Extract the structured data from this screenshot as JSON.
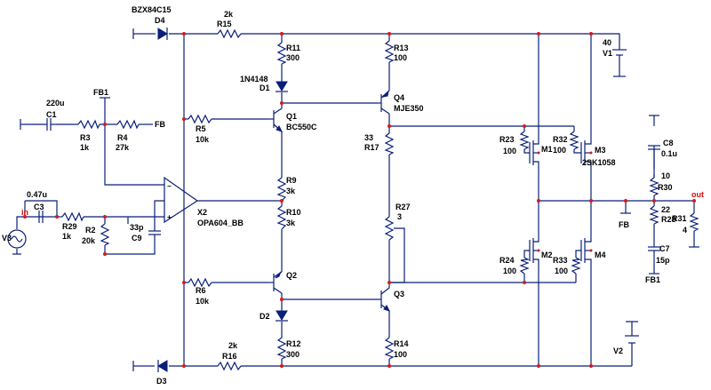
{
  "labels": {
    "D4_type": "BZX84C15",
    "D4": "D4",
    "R15_val": "2k",
    "R15": "R15",
    "R11": "R11",
    "R11_val": "300",
    "D1_type": "1N4148",
    "D1": "D1",
    "R13": "R13",
    "R13_val": "100",
    "V1_val": "40",
    "V1": "V1",
    "FB1_top": "FB1",
    "C1_val": "220u",
    "C1": "C1",
    "R3": "R3",
    "R3_val": "1k",
    "R4": "R4",
    "R4_val": "27k",
    "FB_left": "FB",
    "Q4": "Q4",
    "Q4_type": "MJE350",
    "Q1": "Q1",
    "Q1_type": "BC550C",
    "R5": "R5",
    "R5_val": "10k",
    "R17_val": "33",
    "R17": "R17",
    "R23": "R23",
    "R23_val": "100",
    "M1": "M1",
    "R32": "R32",
    "R32_val": "100",
    "M3": "M3",
    "M3_type": "2SK1058",
    "C8": "C8",
    "C8_val": "0.1u",
    "R30_val": "10",
    "R30": "R30",
    "R9": "R9",
    "R9_val": "3k",
    "C3_val": "0.47u",
    "C3": "C3",
    "in": "in",
    "R29": "R29",
    "R29_val": "1k",
    "R2": "R2",
    "R2_val": "20k",
    "C9_val": "33p",
    "C9": "C9",
    "X2": "X2",
    "X2_type": "OPA604_BB",
    "R10": "R10",
    "R10_val": "3k",
    "R27": "R27",
    "R27_val": "3",
    "V3": "V3",
    "out": "out",
    "R28_val": "22",
    "R28": "R28",
    "R31": "R31",
    "R31_val": "4",
    "C7": "C7",
    "C7_val": "15p",
    "FB1_bottom": "FB1",
    "FB_mid": "FB",
    "R24": "R24",
    "R24_val": "100",
    "M2": "M2",
    "R33": "R33",
    "R33_val": "100",
    "M4": "M4",
    "Q2": "Q2",
    "R6": "R6",
    "R6_val": "10k",
    "Q3": "Q3",
    "D2": "D2",
    "R12": "R12",
    "R12_val": "300",
    "R14": "R14",
    "R14_val": "100",
    "R16_val": "2k",
    "R16": "R16",
    "V2": "V2",
    "D3": "D3"
  }
}
